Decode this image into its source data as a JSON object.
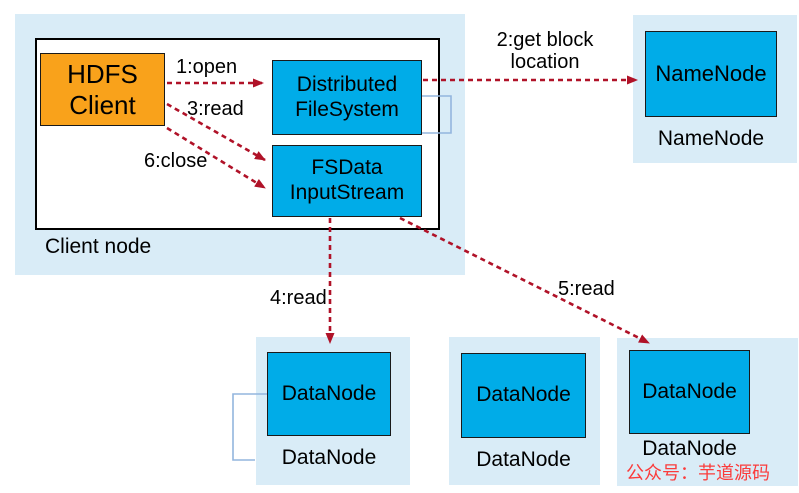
{
  "colors": {
    "region_bg": "#D9ECF7",
    "node_fill": "#00ACE8",
    "node_border": "#1a1a1a",
    "client_fill": "#F9A21B",
    "arrow": "#B01228",
    "bracket": "#93B5DE",
    "watermark": "#FB3B3B",
    "text": "#000000"
  },
  "regions": {
    "client": {
      "label": "Client node"
    },
    "namenode": {
      "caption": "NameNode"
    },
    "datanode1": {
      "caption": "DataNode"
    },
    "datanode2": {
      "caption": "DataNode"
    },
    "datanode3": {
      "caption": "DataNode"
    }
  },
  "nodes": {
    "hdfs_client": {
      "line1": "HDFS",
      "line2": "Client"
    },
    "distributed_filesystem": {
      "line1": "Distributed",
      "line2": "FileSystem"
    },
    "fsdata_inputstream": {
      "line1": "FSData",
      "line2": "InputStream"
    },
    "namenode": {
      "label": "NameNode"
    },
    "datanode1": {
      "label": "DataNode"
    },
    "datanode2": {
      "label": "DataNode"
    },
    "datanode3": {
      "label": "DataNode"
    }
  },
  "arrows": {
    "a1": {
      "label": "1:open",
      "from": "hdfs_client",
      "to": "distributed_filesystem"
    },
    "a2": {
      "label_line1": "2:get block",
      "label_line2": "location",
      "from": "distributed_filesystem",
      "to": "namenode"
    },
    "a3": {
      "label": "3:read",
      "from": "hdfs_client",
      "to": "fsdata_inputstream"
    },
    "a4": {
      "label": "4:read",
      "from": "fsdata_inputstream",
      "to": "datanode1"
    },
    "a5": {
      "label": "5:read",
      "from": "fsdata_inputstream",
      "to": "datanode3"
    },
    "a6": {
      "label": "6:close",
      "from": "hdfs_client",
      "to": "fsdata_inputstream"
    }
  },
  "watermark": "公众号：芋道源码"
}
